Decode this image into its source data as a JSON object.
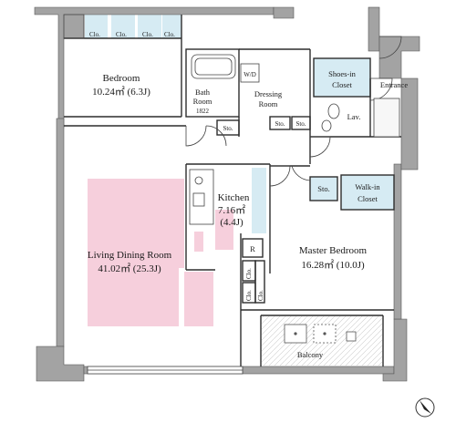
{
  "colors": {
    "wall": "#9a9a9a",
    "wall_dark": "#7a7a7a",
    "pink": "#f6cfdc",
    "closet_blue": "#d6ebf3",
    "line": "#333333",
    "paper": "#ffffff"
  },
  "rooms": {
    "bedroom": {
      "name": "Bedroom",
      "area": "10.24㎡ (6.3J)"
    },
    "bath": {
      "name_line1": "Bath",
      "name_line2": "Room",
      "code": "1822"
    },
    "wd": {
      "label": "W/D"
    },
    "dressing": {
      "name_line1": "Dressing",
      "name_line2": "Room"
    },
    "shoes": {
      "name_line1": "Shoes-in",
      "name_line2": "Closet"
    },
    "entrance": {
      "name": "Entrance"
    },
    "lav": {
      "name": "Lav."
    },
    "kitchen": {
      "name": "Kitchen",
      "area1": "7.16㎡",
      "area2": "(4.4J)"
    },
    "living": {
      "name": "Living Dining Room",
      "area": "41.02㎡ (25.3J)"
    },
    "master": {
      "name": "Master Bedroom",
      "area": "16.28㎡ (10.0J)"
    },
    "walkin": {
      "name_line1": "Walk-in",
      "name_line2": "Closet"
    },
    "balcony": {
      "name": "Balcony"
    }
  },
  "labels": {
    "clo": "Clo.",
    "sto": "Sto.",
    "r": "R"
  },
  "icons": {
    "north": "north-arrow-icon"
  }
}
